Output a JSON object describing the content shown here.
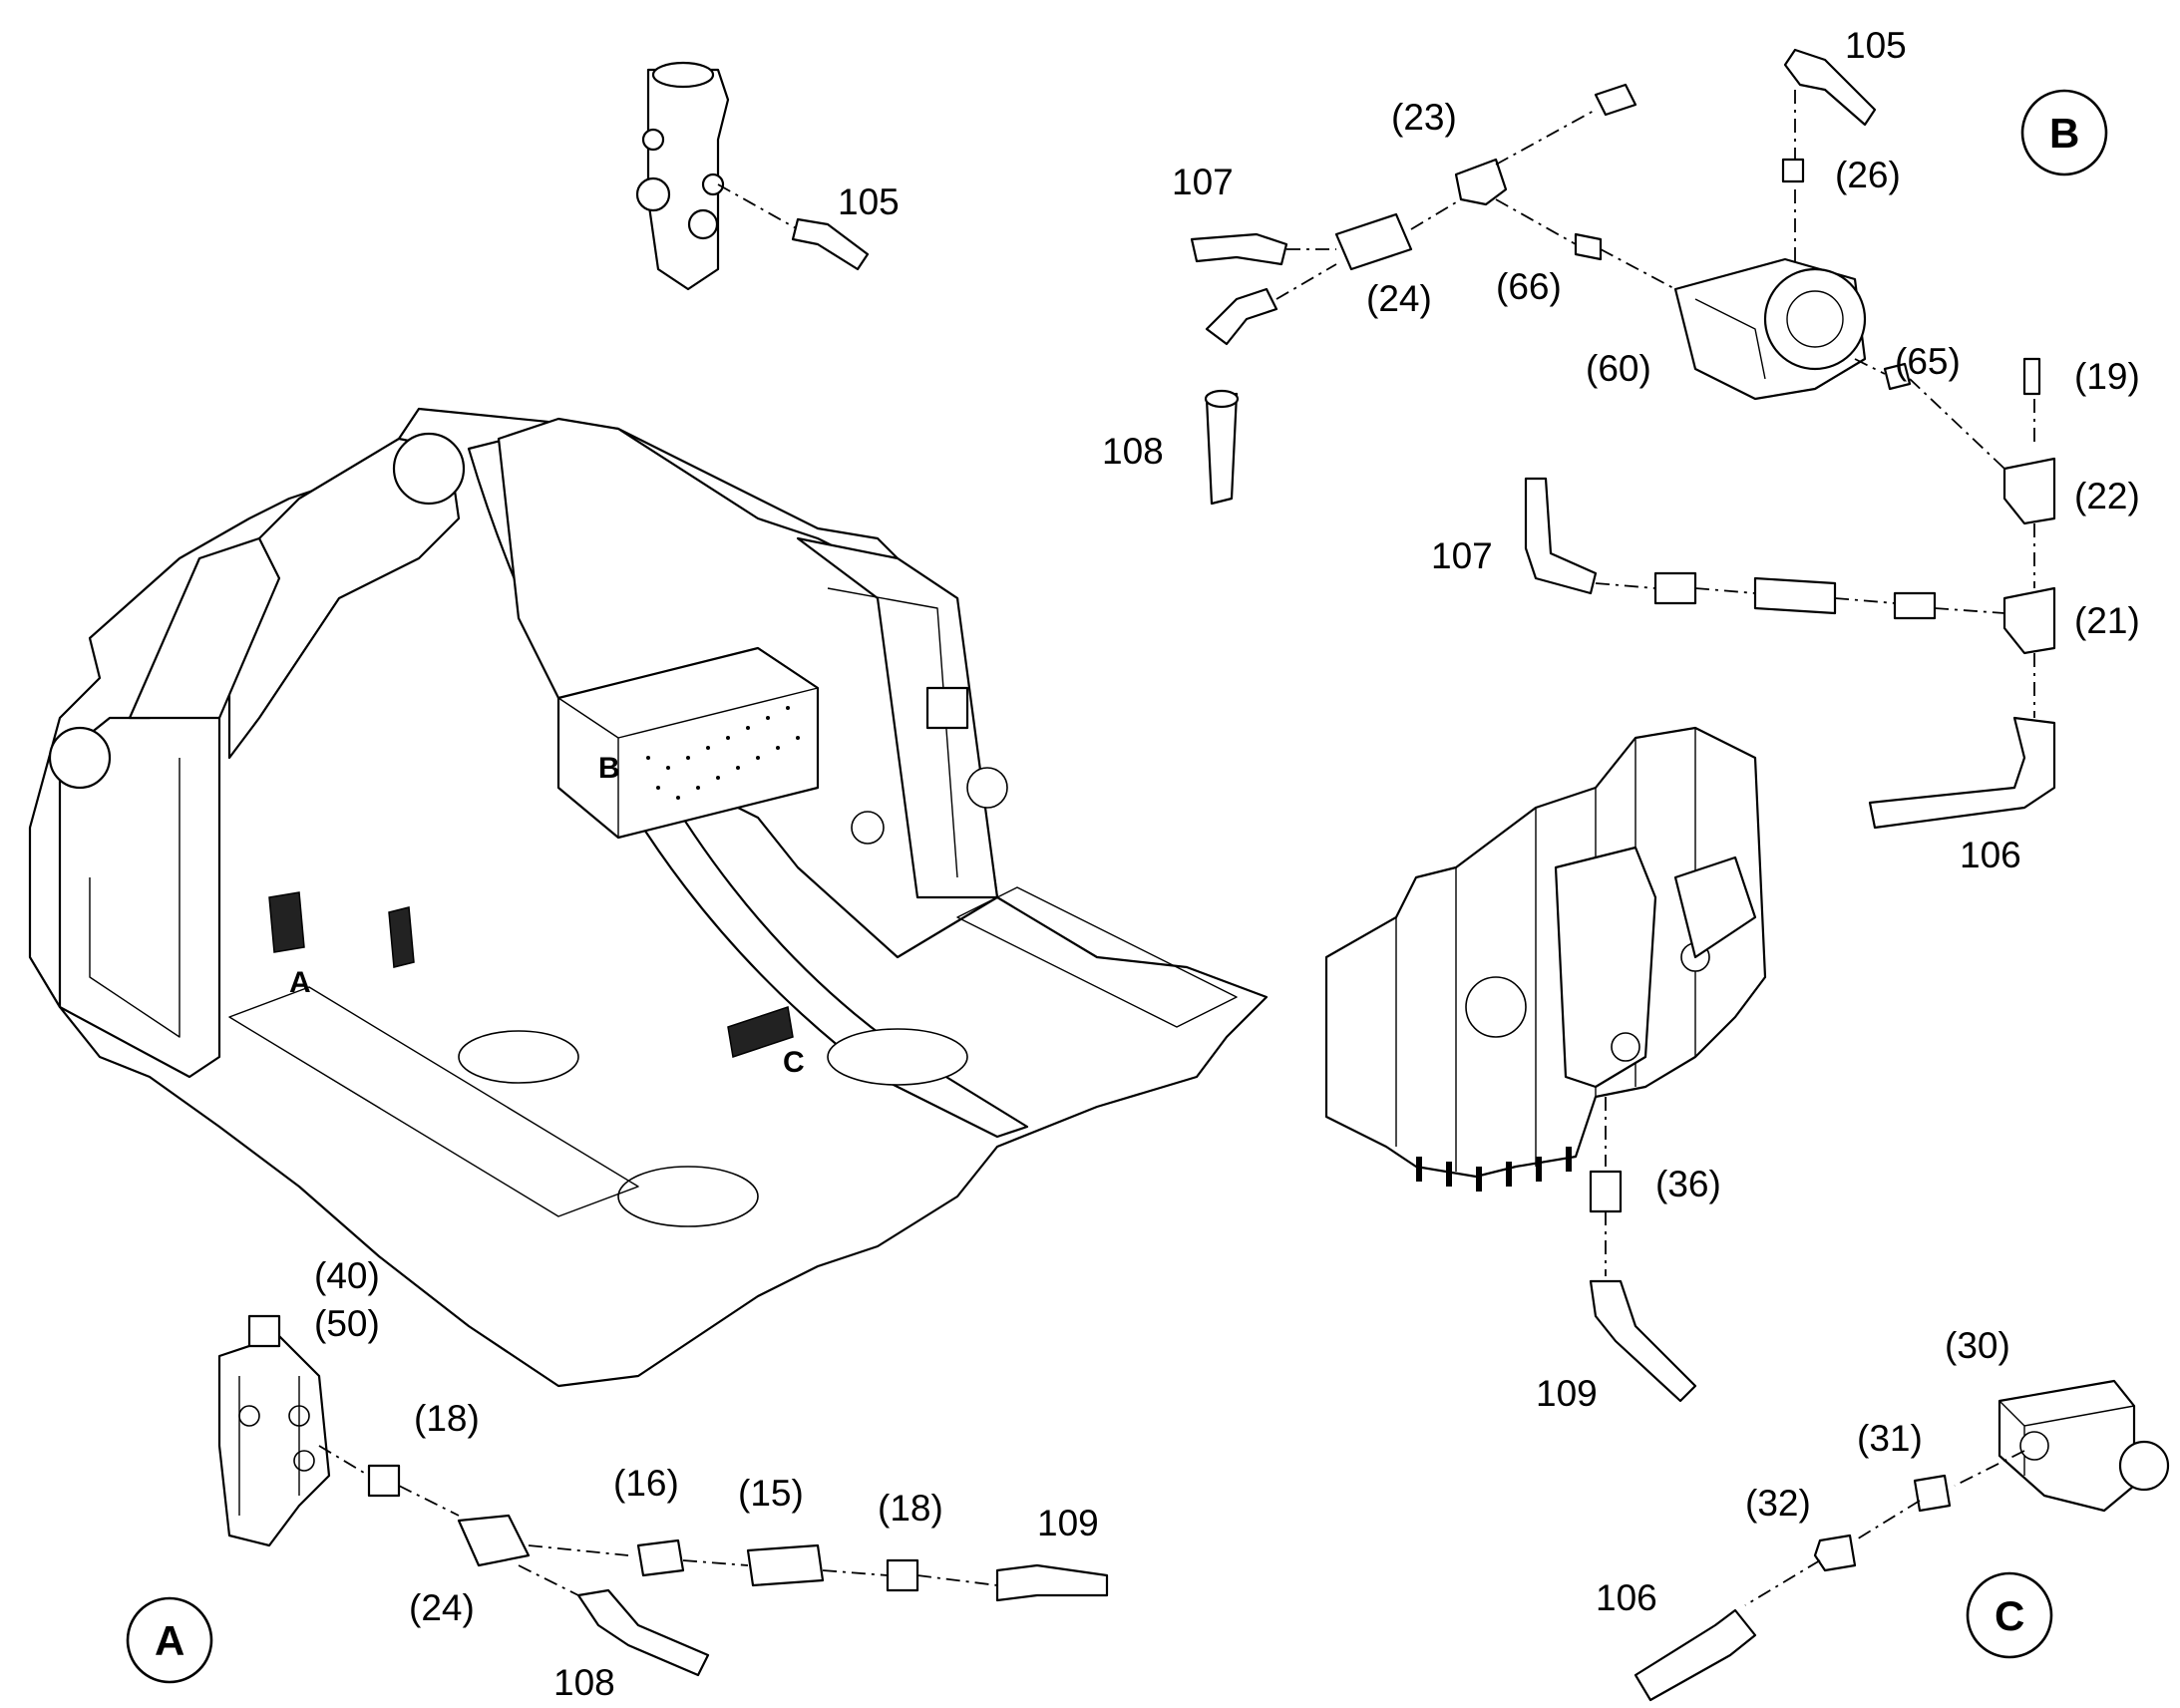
{
  "detail_views": {
    "A": {
      "letter": "A",
      "labels": [
        "(40)",
        "(50)",
        "(18)",
        "(24)",
        "(16)",
        "(15)",
        "(18)",
        "109",
        "108"
      ]
    },
    "B": {
      "letter": "B",
      "labels": [
        "105",
        "(26)",
        "(23)",
        "107",
        "(24)",
        "(66)",
        "(60)",
        "(65)",
        "(19)",
        "(22)",
        "107",
        "(21)",
        "106",
        "108"
      ]
    },
    "C": {
      "letter": "C",
      "labels": [
        "(30)",
        "(31)",
        "(32)",
        "106"
      ]
    }
  },
  "top_left_detail": {
    "labels": [
      "105"
    ]
  },
  "main_valve": {
    "labels": [
      "(36)",
      "109"
    ]
  },
  "frame_markers": [
    "A",
    "B",
    "C"
  ]
}
